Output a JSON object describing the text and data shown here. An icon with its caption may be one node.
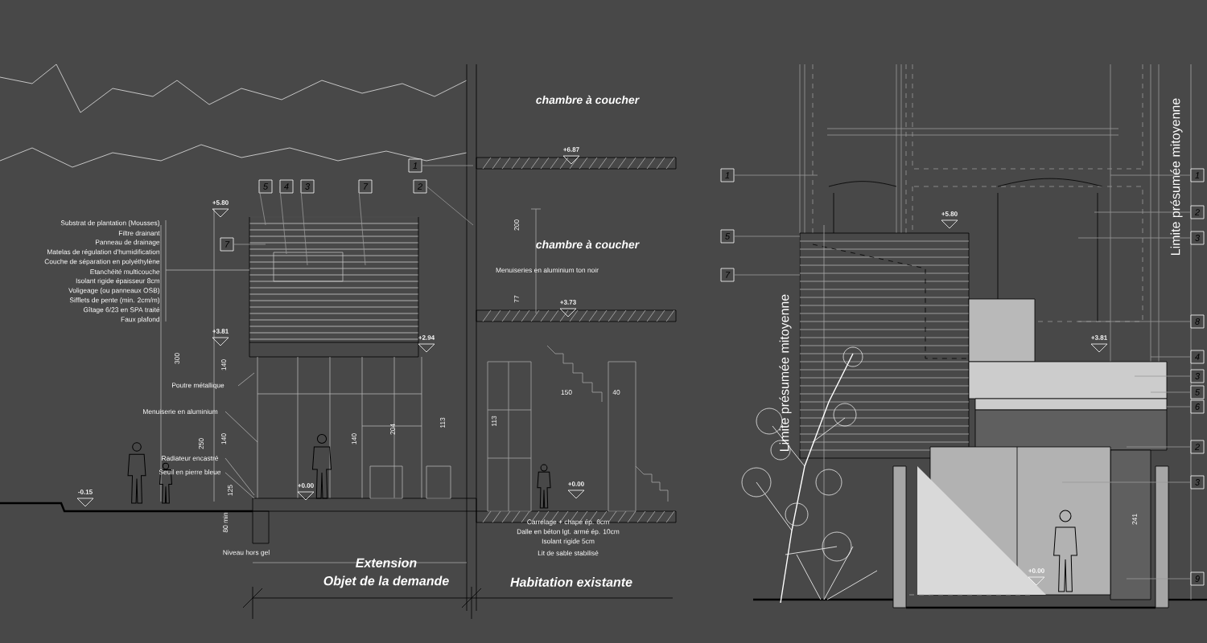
{
  "diagram": {
    "nodes": [
      {
        "text": [
          "5"
        ]
      },
      {
        "text": [
          "4"
        ]
      },
      {
        "text": [
          "3"
        ]
      },
      {
        "text": [
          "7"
        ]
      },
      {
        "text": [
          "1"
        ]
      },
      {
        "text": [
          "2"
        ]
      },
      {
        "text": [
          "7"
        ]
      },
      {
        "text": [
          "1"
        ]
      },
      {
        "text": [
          "5"
        ]
      },
      {
        "text": [
          "7"
        ]
      },
      {
        "text": [
          "1"
        ]
      },
      {
        "text": [
          "2"
        ]
      },
      {
        "text": [
          "3"
        ]
      },
      {
        "text": [
          "8"
        ]
      },
      {
        "text": [
          "4"
        ]
      },
      {
        "text": [
          "3"
        ]
      },
      {
        "text": [
          "5"
        ]
      },
      {
        "text": [
          "6"
        ]
      },
      {
        "text": [
          "2"
        ]
      },
      {
        "text": [
          "3"
        ]
      },
      {
        "text": [
          "9"
        ]
      }
    ],
    "edges": [
      {
        "from": 0,
        "to": null,
        "arrow": "none"
      },
      {
        "from": 1,
        "to": null,
        "arrow": "none"
      },
      {
        "from": 2,
        "to": null,
        "arrow": "none"
      },
      {
        "from": 3,
        "to": null,
        "arrow": "none"
      },
      {
        "from": 4,
        "to": null,
        "arrow": "none"
      },
      {
        "from": 5,
        "to": null,
        "arrow": "none"
      },
      {
        "from": 6,
        "to": null,
        "arrow": "none"
      },
      {
        "from": 7,
        "to": null,
        "arrow": "none"
      },
      {
        "from": 8,
        "to": null,
        "arrow": "none"
      },
      {
        "from": 9,
        "to": null,
        "arrow": "none"
      },
      {
        "from": 10,
        "to": null,
        "arrow": "none"
      },
      {
        "from": 11,
        "to": null,
        "arrow": "none"
      },
      {
        "from": 12,
        "to": null,
        "arrow": "none"
      },
      {
        "from": 13,
        "to": null,
        "arrow": "none"
      },
      {
        "from": 14,
        "to": null,
        "arrow": "none"
      },
      {
        "from": 15,
        "to": null,
        "arrow": "none"
      },
      {
        "from": 16,
        "to": null,
        "arrow": "none"
      },
      {
        "from": 17,
        "to": null,
        "arrow": "none"
      },
      {
        "from": 18,
        "to": null,
        "arrow": "none"
      },
      {
        "from": 19,
        "to": null,
        "arrow": "none"
      },
      {
        "from": 20,
        "to": null,
        "arrow": "none"
      }
    ],
    "labels": [
      "chambre à coucher",
      "+6.87",
      "chambre à coucher",
      "Substrat de plantation (Mousses)",
      "Filtre drainant",
      "Panneau de drainage",
      "Matelas de régulation d'humidification",
      "Couche de séparation en polyéthylène",
      "Etanchéité multicouche",
      "Isolant rigide épaisseur 8cm",
      "Voligeage (ou panneaux OSB)",
      "Sifflets de pente (min. 2cm/m)",
      "Gîtage 6/23 en SPA traité",
      "Faux plafond",
      "+5.80",
      "Menuiseries en aluminium ton noir",
      "200",
      "77",
      "+3.73",
      "+3.81",
      "+2.94",
      "Poutre métallique",
      "Menuiserie en aluminium",
      "300",
      "140",
      "250",
      "140",
      "Radiateur encastré",
      "Seuil en pierre bleue",
      "125",
      "-0.15",
      "+0.00",
      "80 min",
      "Niveau hors gel",
      "140",
      "204",
      "113",
      "113",
      "150",
      "40",
      "+0.00",
      "Carrelage + chape ép. 6cm",
      "Dalle en béton lgt. armé ép. 10cm",
      "Isolant rigide 5cm",
      "Lit de sable stabilisé",
      "Extension",
      "Objet de la demande",
      "Habitation existante",
      "+5.80",
      "Limite présumée mitoyenne",
      "+3.81",
      "Limite présumée mitoyenne",
      "241",
      "+0.00"
    ]
  }
}
